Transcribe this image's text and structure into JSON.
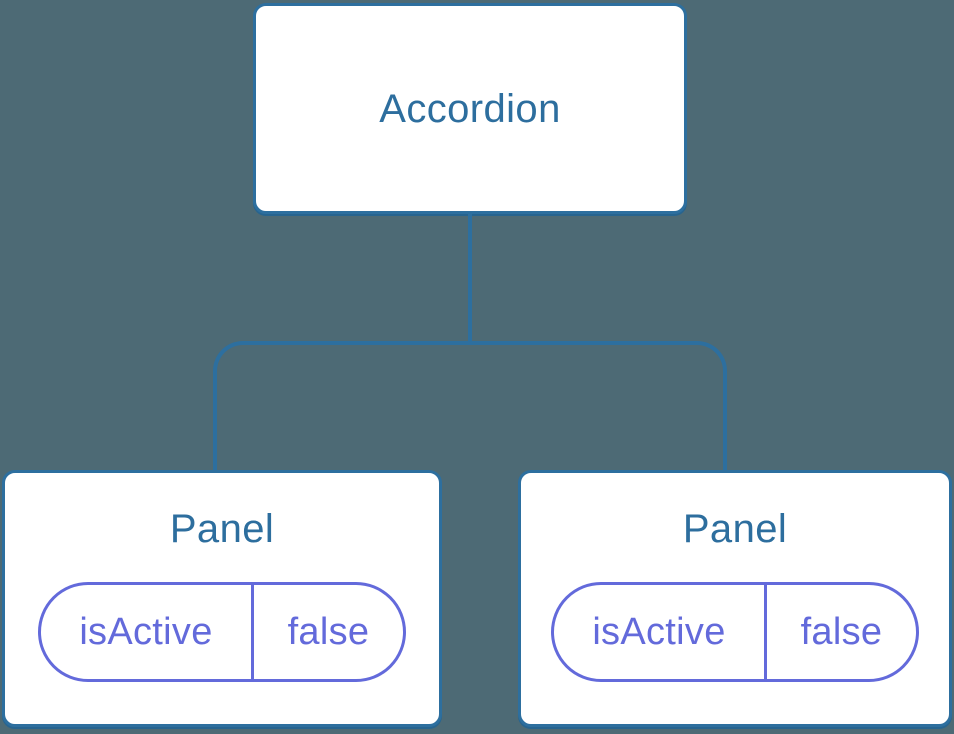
{
  "diagram": {
    "type": "component-tree",
    "colors": {
      "background": "#4D6A75",
      "node_fill": "#FFFFFF",
      "node_border": "#2D6F9F",
      "node_shadow": "#27648F",
      "component_label": "#2D6E9E",
      "state_accent": "#636ADB"
    },
    "root": {
      "label": "Accordion"
    },
    "children": [
      {
        "label": "Panel",
        "state": {
          "key": "isActive",
          "value": "false"
        }
      },
      {
        "label": "Panel",
        "state": {
          "key": "isActive",
          "value": "false"
        }
      }
    ]
  }
}
